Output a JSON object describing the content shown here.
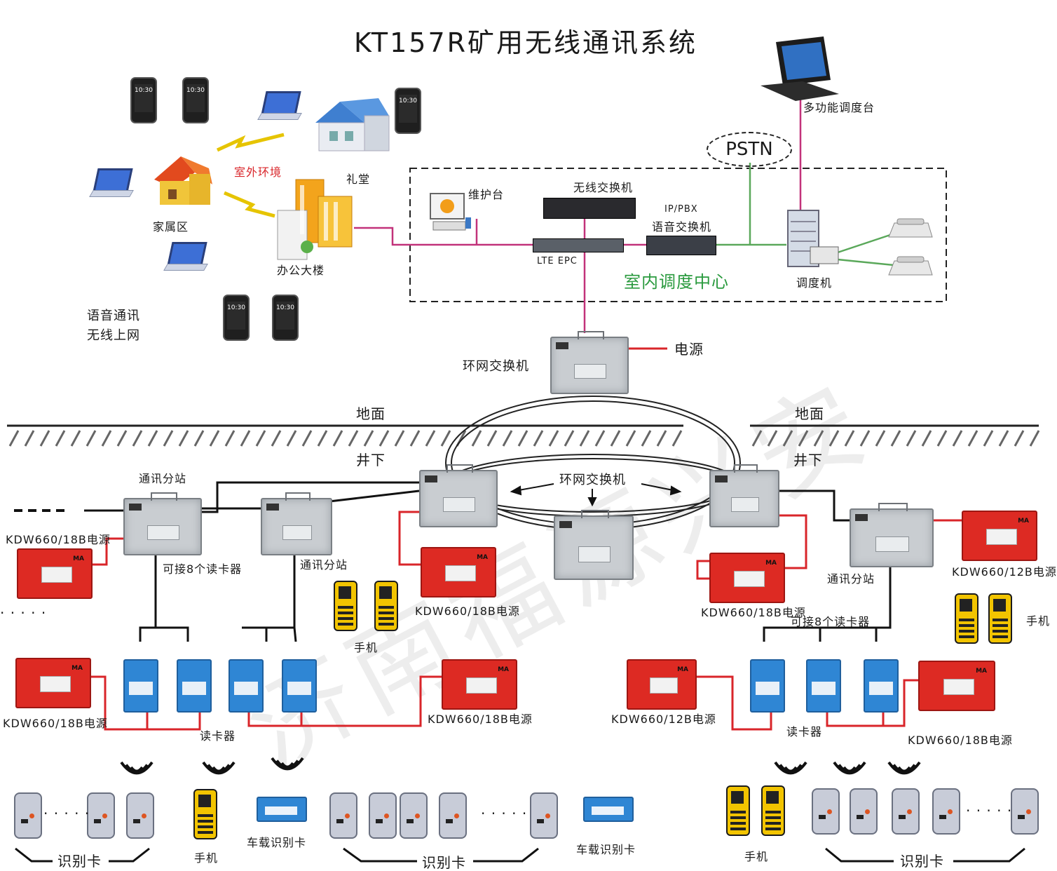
{
  "title": "KT157R矿用无线通讯系统",
  "surface": {
    "outdoor_env": "室外环境",
    "auditorium": "礼堂",
    "family_area": "家属区",
    "office_building": "办公大楼",
    "voice_comm": "语音通讯",
    "wireless_internet": "无线上网",
    "phone_time": "10:30"
  },
  "dispatch_center": {
    "name": "室内调度中心",
    "maintenance": "维护台",
    "wireless_switch": "无线交换机",
    "lte_epc": "LTE EPC",
    "ip_pbx": "IP/PBX",
    "voice_switch": "语音交换机",
    "dispatcher": "调度机",
    "console": "多功能调度台",
    "pstn": "PSTN"
  },
  "ring": {
    "switch_top": "环网交换机",
    "power": "电源",
    "switch_mid": "环网交换机"
  },
  "ground": {
    "surface_left": "地面",
    "surface_right": "地面",
    "underground_left": "井下",
    "underground_right": "井下"
  },
  "underground_labels": {
    "comm_station_1": "通讯分站",
    "comm_station_2": "通讯分站",
    "comm_station_3": "通讯分站",
    "psu_18b_1": "KDW660/18B电源",
    "psu_18b_2": "KDW660/18B电源",
    "psu_18b_3": "KDW660/18B电源",
    "psu_18b_4": "KDW660/18B电源",
    "psu_18b_5": "KDW660/18B电源",
    "psu_18b_6": "KDW660/18B电源",
    "psu_12b_1": "KDW660/12B电源",
    "psu_12b_2": "KDW660/12B电源",
    "readers_8_left": "可接8个读卡器",
    "readers_8_right": "可接8个读卡器",
    "card_reader_left": "读卡器",
    "card_reader_right": "读卡器",
    "handset_1": "手机",
    "handset_2": "手机",
    "handset_3": "手机",
    "handset_4": "手机",
    "id_card_1": "识别卡",
    "id_card_2": "识别卡",
    "id_card_3": "识别卡",
    "vehicle_card_1": "车载识别卡",
    "vehicle_card_2": "车载识别卡",
    "dots": "· · · · ·"
  },
  "watermark": "济南福源兴安",
  "colors": {
    "power_line": "#d9252a",
    "data_line": "#c2327a",
    "green_line": "#5aa85a",
    "red_box": "#dd2a23",
    "blue_box": "#2f86d4",
    "gray_box": "#c9cdd1",
    "dispatch_text": "#2a9a3e"
  }
}
